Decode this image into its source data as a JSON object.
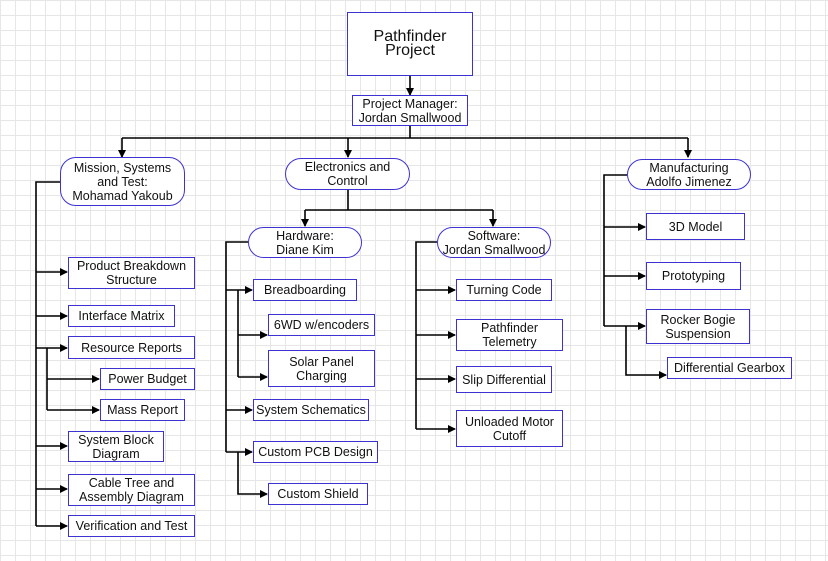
{
  "diagram": {
    "root": "Pathfinder Project",
    "project_manager": "Project Manager:\nJordan Smallwood",
    "mission": {
      "title": "Mission, Systems\nand Test:\nMohamad Yakoub",
      "items": [
        "Product Breakdown\nStructure",
        "Interface Matrix",
        "Resource Reports",
        "Power Budget",
        "Mass Report",
        "System Block\nDiagram",
        "Cable Tree and\nAssembly Diagram",
        "Verification and Test"
      ]
    },
    "electronics": {
      "title": "Electronics and\nControl",
      "hardware": {
        "title": "Hardware:\nDiane Kim",
        "items": [
          "Breadboarding",
          "6WD w/encoders",
          "Solar Panel\nCharging",
          "System Schematics",
          "Custom PCB Design",
          "Custom Shield"
        ]
      },
      "software": {
        "title": "Software:\nJordan Smallwood",
        "items": [
          "Turning Code",
          "Pathfinder\nTelemetry",
          "Slip Differential",
          "Unloaded Motor\nCutoff"
        ]
      }
    },
    "manufacturing": {
      "title": "Manufacturing\nAdolfo Jimenez",
      "items": [
        "3D Model",
        "Prototyping",
        "Rocker Bogie\nSuspension",
        "Differential Gearbox"
      ]
    }
  }
}
